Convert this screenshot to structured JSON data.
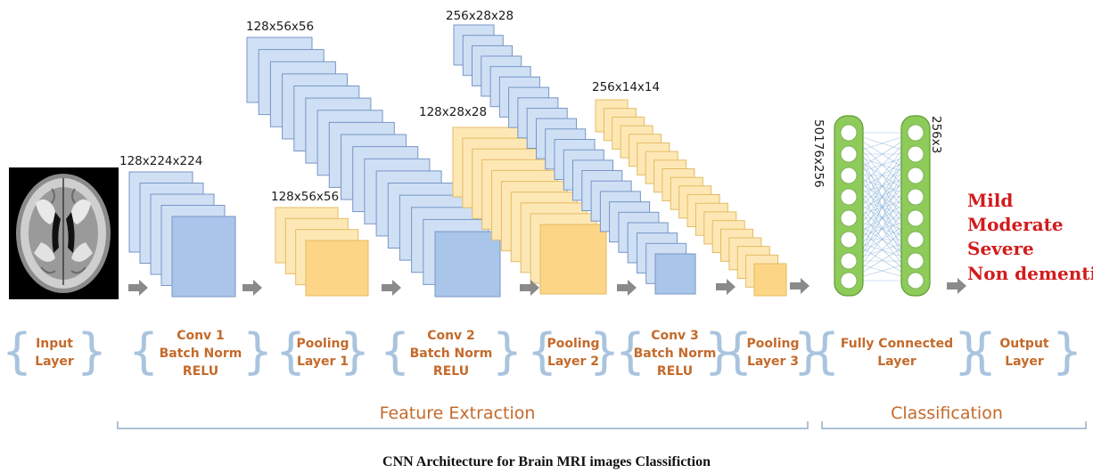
{
  "layers": [
    {
      "dims": "128x224x224"
    },
    {
      "dims": "128x56x56"
    },
    {
      "dims": "128x56x56"
    },
    {
      "dims": "128x28x28"
    },
    {
      "dims": "256x28x28"
    },
    {
      "dims": "256x14x14"
    }
  ],
  "fc": {
    "input_dims": "50176x256",
    "output_dims": "256x3"
  },
  "input_image": {
    "icon": "brain-mri-image"
  },
  "labels": [
    {
      "lines": [
        "Input",
        "Layer"
      ]
    },
    {
      "lines": [
        "Conv 1",
        "Batch Norm",
        "RELU"
      ]
    },
    {
      "lines": [
        "Pooling",
        "Layer 1"
      ]
    },
    {
      "lines": [
        "Conv 2",
        "Batch Norm",
        "RELU"
      ]
    },
    {
      "lines": [
        "Pooling",
        "Layer 2"
      ]
    },
    {
      "lines": [
        "Conv 3",
        "Batch Norm",
        "RELU"
      ]
    },
    {
      "lines": [
        "Pooling",
        "Layer 3"
      ]
    },
    {
      "lines": [
        "Fully Connected",
        "Layer"
      ]
    },
    {
      "lines": [
        "Output",
        "Layer"
      ]
    }
  ],
  "sections": {
    "feature_extraction": "Feature Extraction",
    "classification": "Classification"
  },
  "output_classes": [
    "Mild",
    "Moderate",
    "Severe",
    "Non dementia"
  ],
  "caption": "CNN Architecture for Brain MRI images Classifiction",
  "colors": {
    "conv": "#a9c5ea",
    "pool": "#fcd586",
    "fc": "#8ecb5a",
    "label": "#c46a2b",
    "class_text": "#d31b1b"
  }
}
